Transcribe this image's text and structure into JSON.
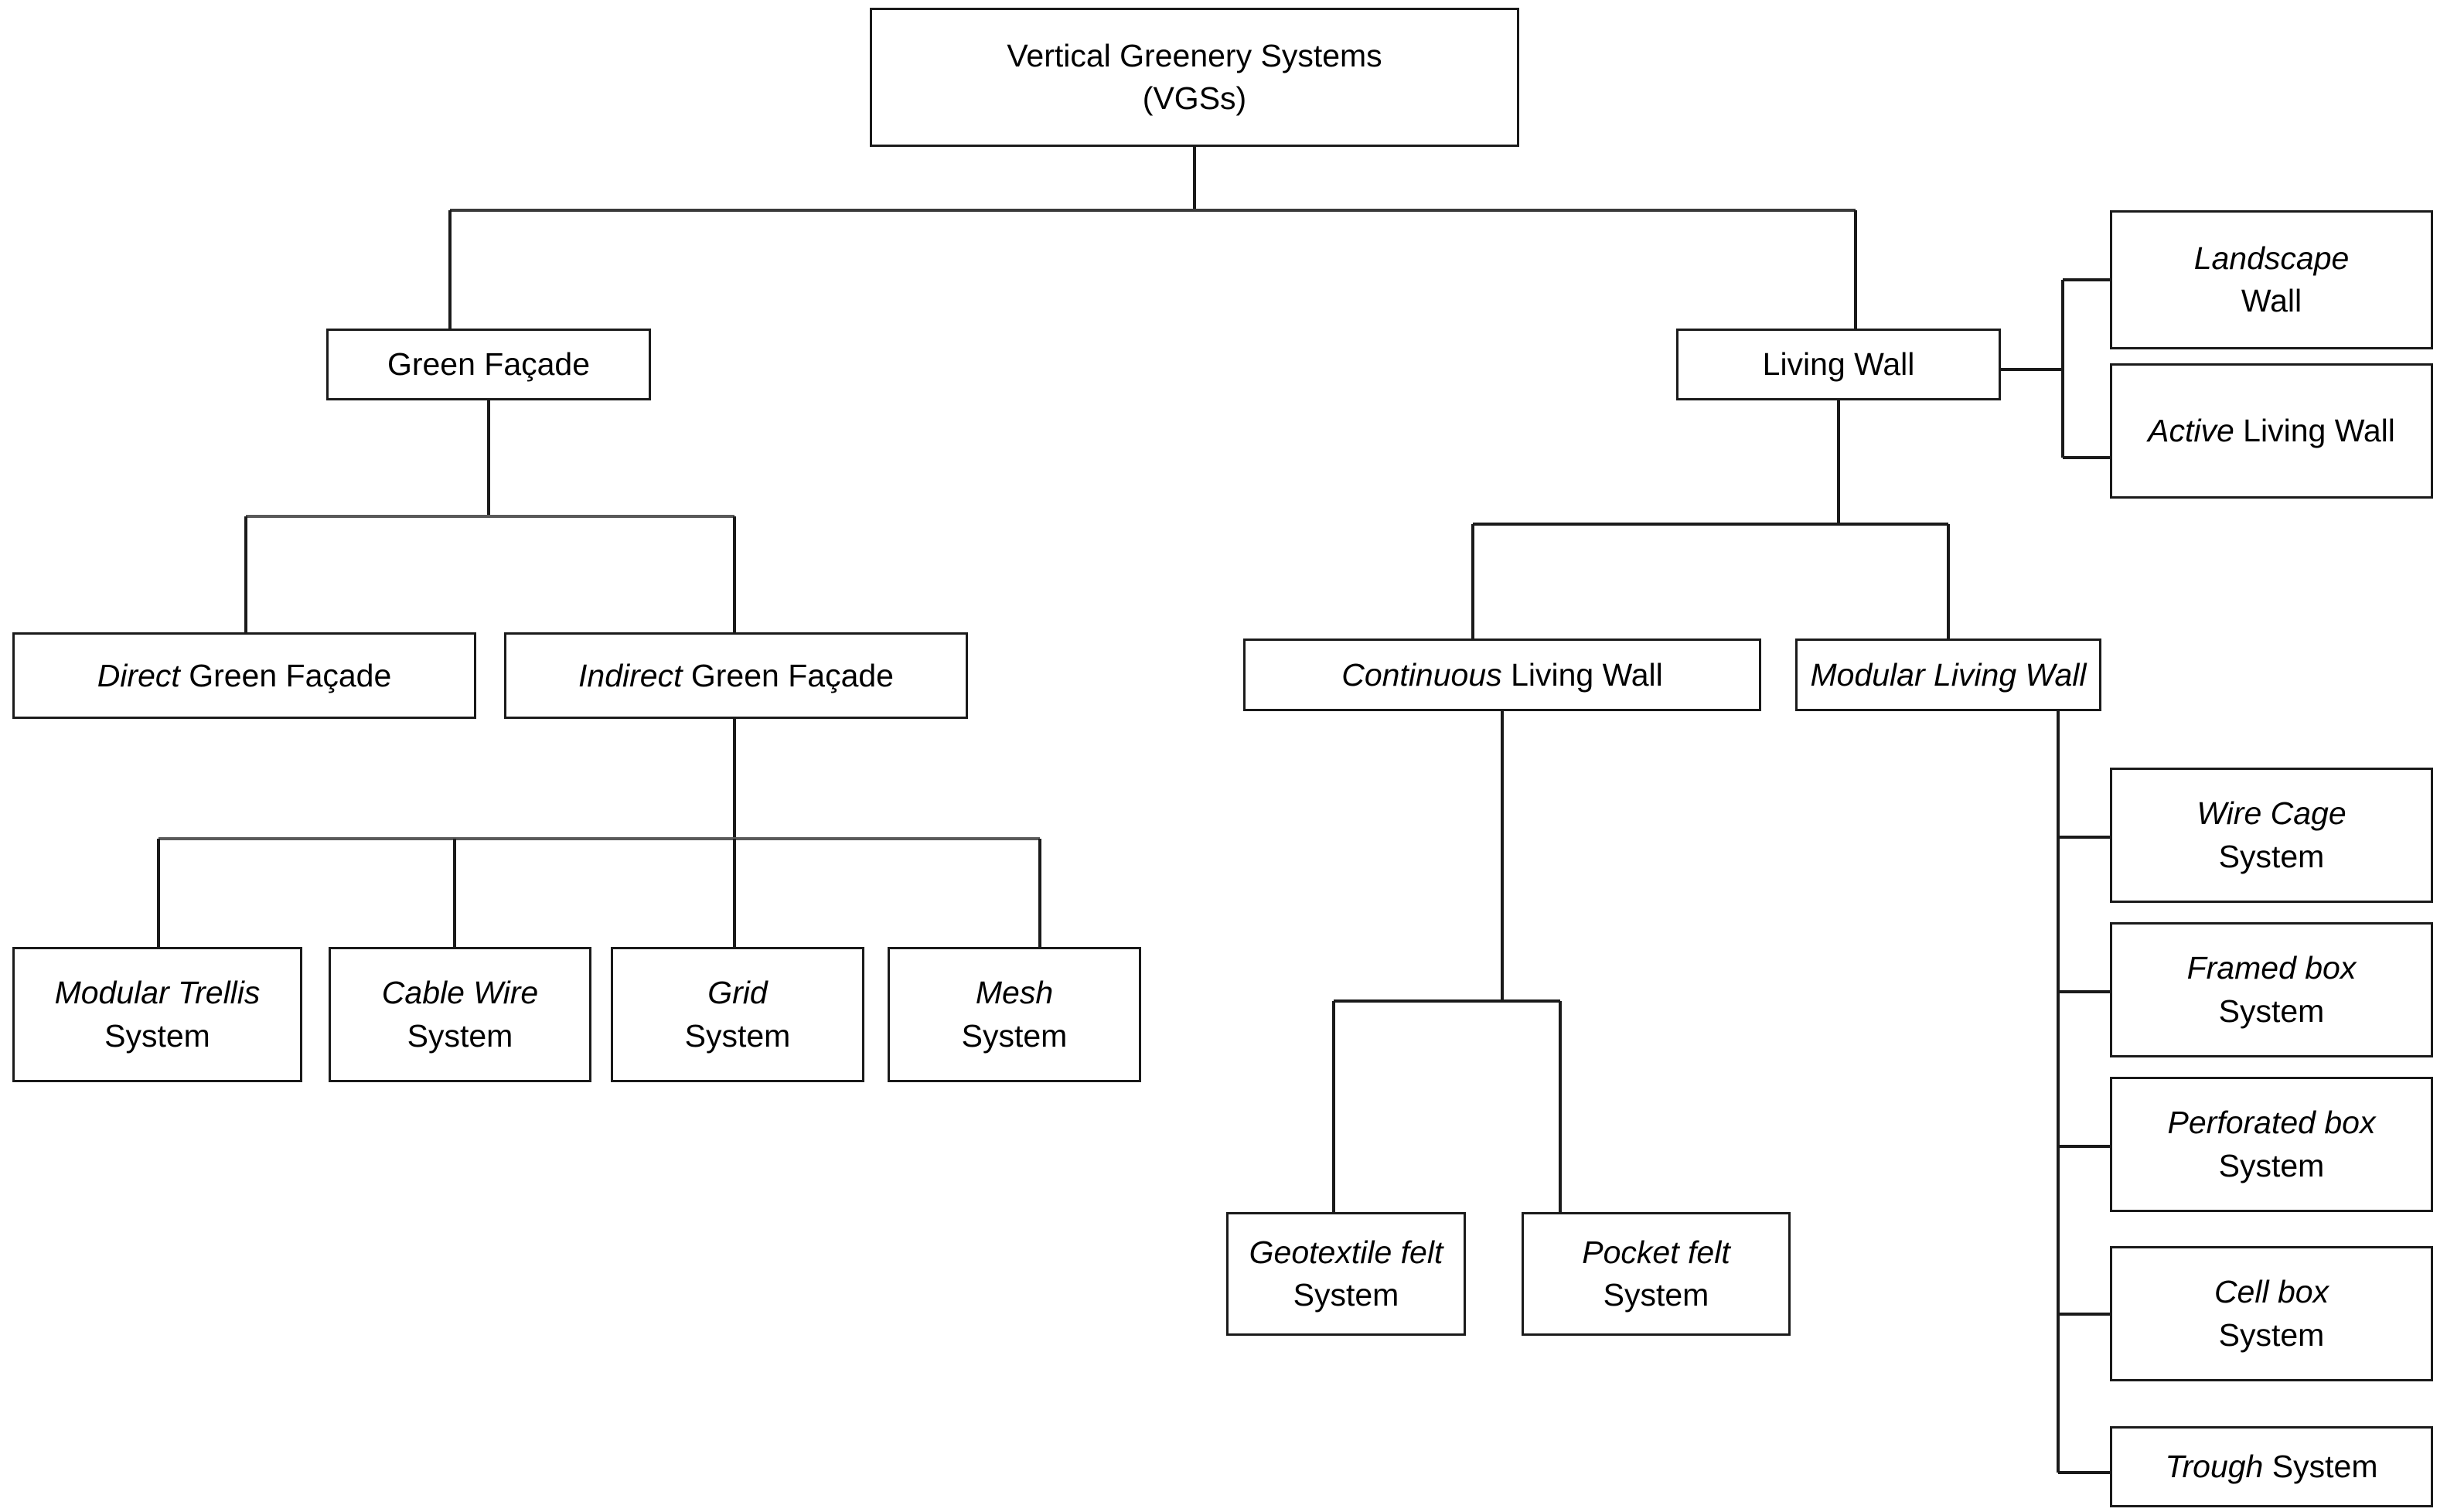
{
  "diagram": {
    "title_text": "Vertical Greenery Systems (VGSs) classification tree",
    "line_color": "#1a1a1a",
    "background_color": "#ffffff",
    "connector_bus_color": "#555555"
  },
  "nodes": {
    "root": {
      "italic_part": "",
      "roman_part": "Vertical Greenery Systems",
      "line2": "(VGSs)",
      "full_text": "Vertical Greenery Systems (VGSs)"
    },
    "green_facade": {
      "italic_part": "",
      "roman_part": "Green Façade",
      "full_text": "Green Façade"
    },
    "living_wall": {
      "italic_part": "",
      "roman_part": "Living Wall",
      "full_text": "Living Wall"
    },
    "landscape_wall": {
      "italic_part": "Landscape",
      "roman_part": "Wall",
      "full_text": "Landscape Wall"
    },
    "active_living_wall": {
      "italic_part": "Active",
      "roman_part": "Living Wall",
      "full_text": "Active Living Wall"
    },
    "direct_green_facade": {
      "italic_part": "Direct",
      "roman_part": "Green Façade",
      "full_text": "Direct Green Façade"
    },
    "indirect_green_facade": {
      "italic_part": "Indirect",
      "roman_part": "Green Façade",
      "full_text": "Indirect Green Façade"
    },
    "modular_trellis_system": {
      "italic_part": "Modular Trellis",
      "roman_part": "System",
      "full_text": "Modular Trellis System"
    },
    "cable_wire_system": {
      "italic_part": "Cable Wire",
      "roman_part": "System",
      "full_text": "Cable Wire System"
    },
    "grid_system": {
      "italic_part": "Grid",
      "roman_part": "System",
      "full_text": "Grid System"
    },
    "mesh_system": {
      "italic_part": "Mesh",
      "roman_part": "System",
      "full_text": "Mesh System"
    },
    "continuous_living_wall": {
      "italic_part": "Continuous",
      "roman_part": "Living Wall",
      "full_text": "Continuous Living Wall"
    },
    "modular_living_wall": {
      "italic_part": "Modular Living Wall",
      "roman_part": "",
      "full_text": "Modular Living Wall"
    },
    "geotextile_felt_system": {
      "italic_part": "Geotextile felt",
      "roman_part": "System",
      "full_text": "Geotextile felt System"
    },
    "pocket_felt_system": {
      "italic_part": "Pocket felt",
      "roman_part": "System",
      "full_text": "Pocket felt System"
    },
    "wire_cage_system": {
      "italic_part": "Wire Cage",
      "roman_part": "System",
      "full_text": "Wire Cage System"
    },
    "framed_box_system": {
      "italic_part": "Framed box",
      "roman_part": "System",
      "full_text": "Framed box System"
    },
    "perforated_box_system": {
      "italic_part": "Perforated box",
      "roman_part": "System",
      "full_text": "Perforated box System"
    },
    "cell_box_system": {
      "italic_part": "Cell box",
      "roman_part": "System",
      "full_text": "Cell box System"
    },
    "trough_system": {
      "italic_part": "Trough",
      "roman_part": "System",
      "full_text": "Trough System"
    }
  },
  "hierarchy": {
    "root": "Vertical Greenery Systems (VGSs)",
    "children": [
      {
        "label": "Green Façade",
        "children": [
          {
            "label": "Direct Green Façade",
            "children": []
          },
          {
            "label": "Indirect Green Façade",
            "children": [
              {
                "label": "Modular Trellis System"
              },
              {
                "label": "Cable Wire System"
              },
              {
                "label": "Grid System"
              },
              {
                "label": "Mesh System"
              }
            ]
          }
        ]
      },
      {
        "label": "Living Wall",
        "side_children": [
          {
            "label": "Landscape Wall"
          },
          {
            "label": "Active Living Wall"
          }
        ],
        "children": [
          {
            "label": "Continuous Living Wall",
            "children": [
              {
                "label": "Geotextile felt System"
              },
              {
                "label": "Pocket felt System"
              }
            ]
          },
          {
            "label": "Modular Living Wall",
            "children": [
              {
                "label": "Wire Cage System"
              },
              {
                "label": "Framed box System"
              },
              {
                "label": "Perforated box System"
              },
              {
                "label": "Cell box System"
              },
              {
                "label": "Trough System"
              }
            ]
          }
        ]
      }
    ]
  }
}
